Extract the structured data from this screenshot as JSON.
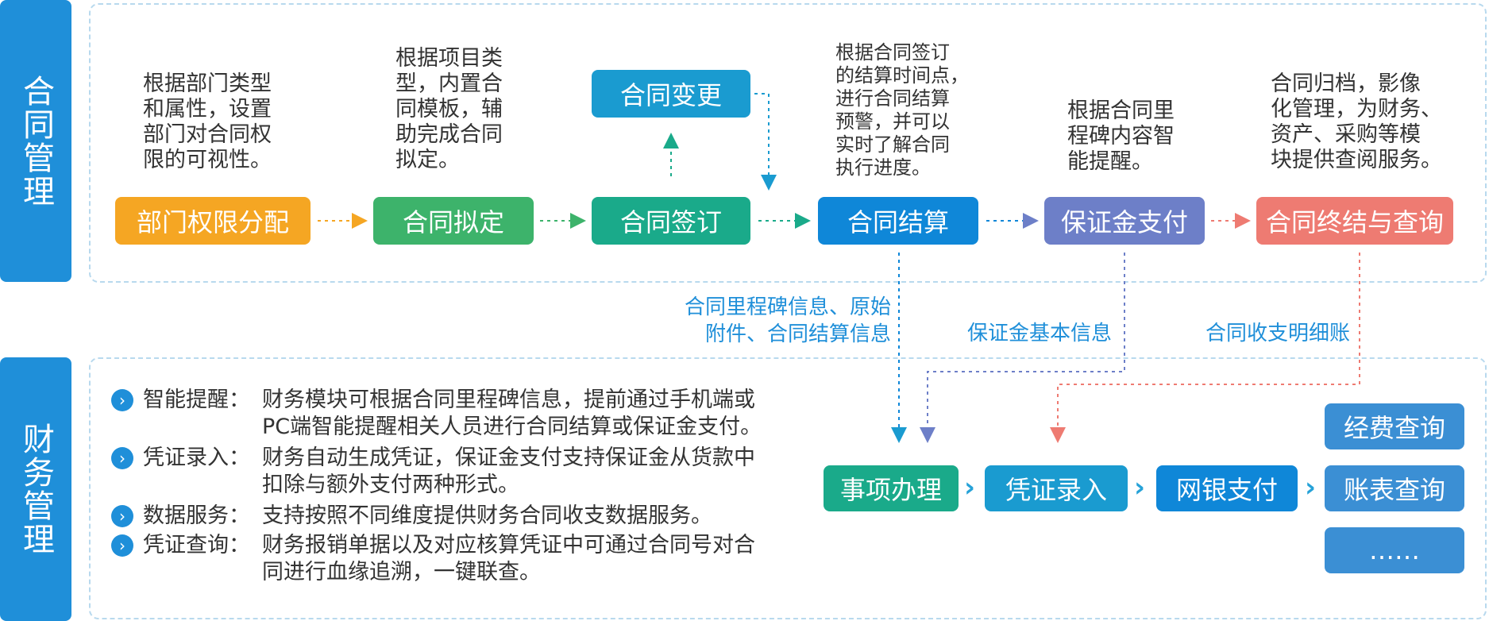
{
  "sections": {
    "contract": "合同管理",
    "finance": "财务管理"
  },
  "contract_flow": {
    "steps": [
      {
        "label": "部门权限分配",
        "color": "#f5a623",
        "desc": "根据部门类型\n和属性，设置\n部门对合同权\n限的可视性。"
      },
      {
        "label": "合同拟定",
        "color": "#3db36b",
        "desc": "根据项目类\n型，内置合\n同模板，辅\n助完成合同\n拟定。"
      },
      {
        "label": "合同签订",
        "color": "#1aaa8a",
        "desc": ""
      },
      {
        "label": "合同结算",
        "color": "#0f87d8",
        "desc": "根据合同签订\n的结算时间点，\n进行合同结算\n预警，并可以\n实时了解合同\n执行进度。"
      },
      {
        "label": "保证金支付",
        "color": "#6d7fc8",
        "desc": "根据合同里\n程碑内容智\n能提醒。"
      },
      {
        "label": "合同终结与查询",
        "color": "#ee7b72",
        "desc": "合同归档，影像\n化管理，为财务、\n资产、采购等模\n块提供查阅服务。"
      }
    ],
    "change_box": {
      "label": "合同变更",
      "color": "#1a9bd0"
    }
  },
  "connectors": {
    "milestone_info": "合同里程碑信息、原始\n附件、合同结算信息",
    "deposit_info": "保证金基本信息",
    "ledger_info": "合同收支明细账"
  },
  "finance_bullets": [
    {
      "term": "智能提醒：",
      "text": "财务模块可根据合同里程碑信息，提前通过手机端或\nPC端智能提醒相关人员进行合同结算或保证金支付。"
    },
    {
      "term": "凭证录入：",
      "text": "财务自动生成凭证，保证金支付支持保证金从货款中\n扣除与额外支付两种形式。"
    },
    {
      "term": "数据服务：",
      "text": "支持按照不同维度提供财务合同收支数据服务。"
    },
    {
      "term": "凭证查询：",
      "text": "财务报销单据以及对应核算凭证中可通过合同号对合\n同进行血缘追溯，一键联查。"
    }
  ],
  "finance_flow": {
    "steps": [
      {
        "label": "事项办理",
        "color": "#1aaa8a"
      },
      {
        "label": "凭证录入",
        "color": "#1a9bd0"
      },
      {
        "label": "网银支付",
        "color": "#0f87d8"
      }
    ],
    "queries": [
      {
        "label": "经费查询"
      },
      {
        "label": "账表查询"
      },
      {
        "label": "……"
      }
    ],
    "query_color": "#3b8fd4"
  },
  "icons": {
    "bullet": "chevron-right-circle-icon",
    "flow_arrow": "chevron-right-icon"
  }
}
